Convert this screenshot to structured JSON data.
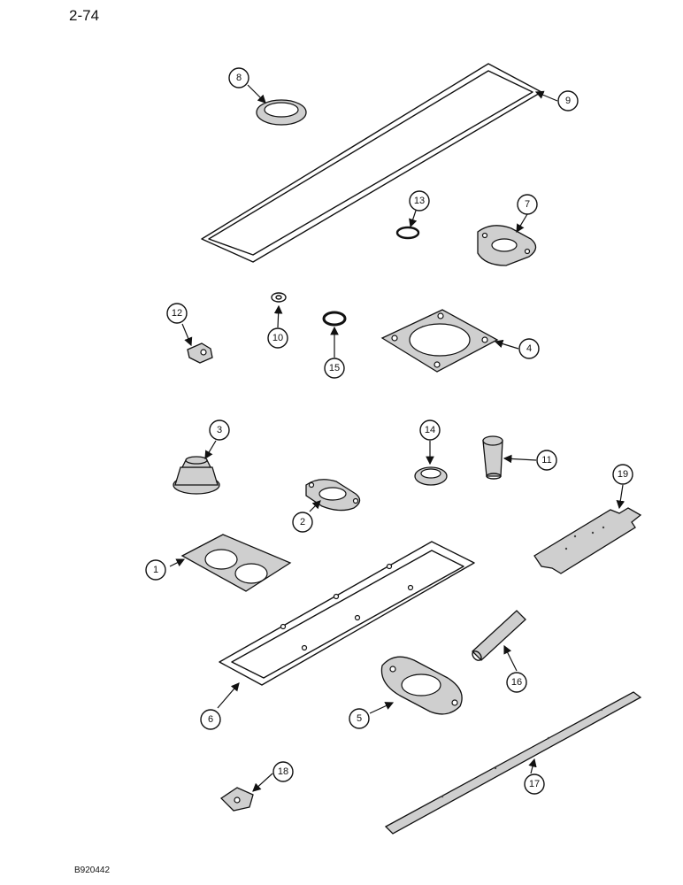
{
  "page": {
    "number": "2-74",
    "figure_code": "B920442"
  },
  "callouts": [
    {
      "id": "callout-1",
      "label": "1"
    },
    {
      "id": "callout-2",
      "label": "2"
    },
    {
      "id": "callout-3",
      "label": "3"
    },
    {
      "id": "callout-4",
      "label": "4"
    },
    {
      "id": "callout-5",
      "label": "5"
    },
    {
      "id": "callout-6",
      "label": "6"
    },
    {
      "id": "callout-7",
      "label": "7"
    },
    {
      "id": "callout-8",
      "label": "8"
    },
    {
      "id": "callout-9",
      "label": "9"
    },
    {
      "id": "callout-10",
      "label": "10"
    },
    {
      "id": "callout-11",
      "label": "11"
    },
    {
      "id": "callout-12",
      "label": "12"
    },
    {
      "id": "callout-13",
      "label": "13"
    },
    {
      "id": "callout-14",
      "label": "14"
    },
    {
      "id": "callout-15",
      "label": "15"
    },
    {
      "id": "callout-16",
      "label": "16"
    },
    {
      "id": "callout-17",
      "label": "17"
    },
    {
      "id": "callout-18",
      "label": "18"
    },
    {
      "id": "callout-19",
      "label": "19"
    }
  ]
}
